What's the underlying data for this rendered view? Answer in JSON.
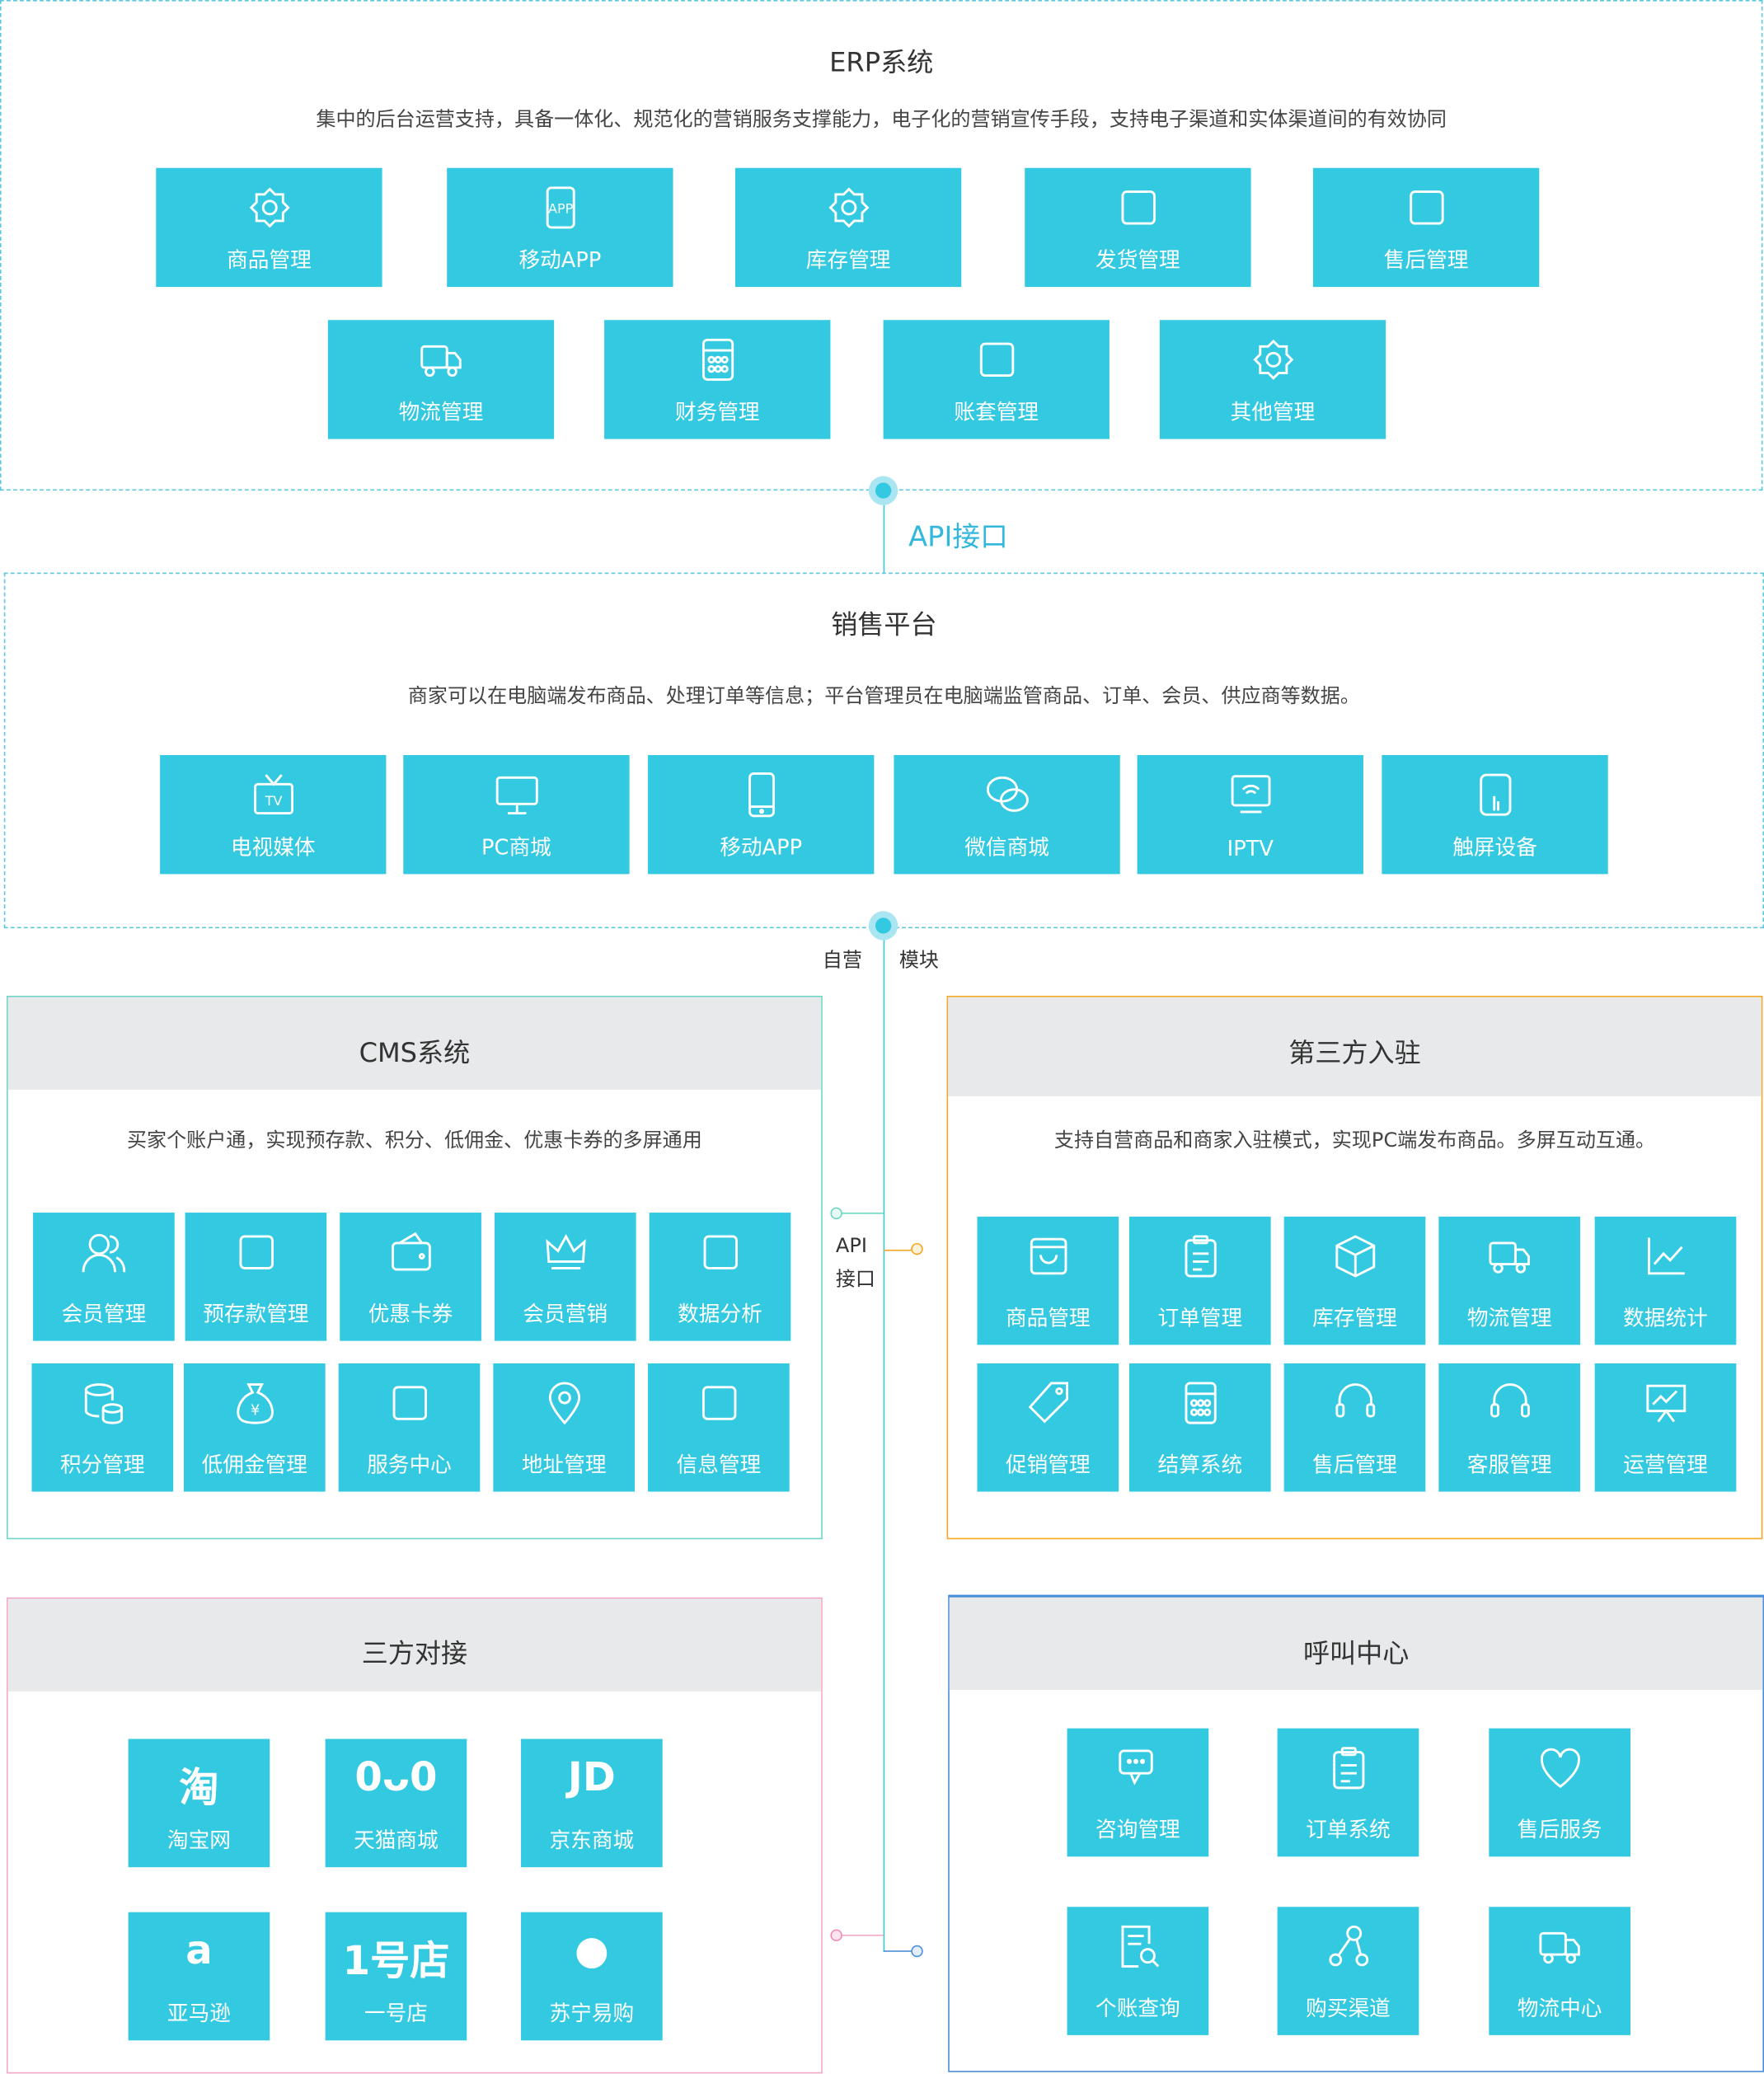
{
  "colors": {
    "tile": "#33c9e1",
    "cms": "#6dd6c4",
    "third": "#f5a623",
    "duijie": "#f5a8c8",
    "call": "#4a8fd9"
  },
  "erp": {
    "title": "ERP系统",
    "desc": "集中的后台运营支持，具备一体化、规范化的营销服务支撑能力，电子化的营销宣传手段，支持电子渠道和实体渠道间的有效协同",
    "tiles": [
      {
        "label": "商品管理",
        "icon": "goods-gear"
      },
      {
        "label": "移动APP",
        "icon": "app"
      },
      {
        "label": "库存管理",
        "icon": "box-gear"
      },
      {
        "label": "发货管理",
        "icon": "ship-box"
      },
      {
        "label": "售后管理",
        "icon": "service-person"
      },
      {
        "label": "物流管理",
        "icon": "truck"
      },
      {
        "label": "财务管理",
        "icon": "calculator"
      },
      {
        "label": "账套管理",
        "icon": "printer"
      },
      {
        "label": "其他管理",
        "icon": "gear"
      }
    ]
  },
  "api_label": "API接口",
  "sales": {
    "title": "销售平台",
    "desc": "商家可以在电脑端发布商品、处理订单等信息；平台管理员在电脑端监管商品、订单、会员、供应商等数据。",
    "tiles": [
      {
        "label": "电视媒体",
        "icon": "tv"
      },
      {
        "label": "PC商城",
        "icon": "monitor"
      },
      {
        "label": "移动APP",
        "icon": "phone"
      },
      {
        "label": "微信商城",
        "icon": "wechat"
      },
      {
        "label": "IPTV",
        "icon": "iptv"
      },
      {
        "label": "触屏设备",
        "icon": "touch"
      }
    ]
  },
  "branch": {
    "left": "自营",
    "right": "模块"
  },
  "cms": {
    "title": "CMS系统",
    "desc": "买家个账户通，实现预存款、积分、低佣金、优惠卡券的多屏通用",
    "tiles": [
      {
        "label": "会员管理",
        "icon": "users"
      },
      {
        "label": "预存款管理",
        "icon": "piggy"
      },
      {
        "label": "优惠卡券",
        "icon": "wallet"
      },
      {
        "label": "会员营销",
        "icon": "crown"
      },
      {
        "label": "数据分析",
        "icon": "chart-box"
      },
      {
        "label": "积分管理",
        "icon": "coins"
      },
      {
        "label": "低佣金管理",
        "icon": "money-bag"
      },
      {
        "label": "服务中心",
        "icon": "handshake"
      },
      {
        "label": "地址管理",
        "icon": "pin"
      },
      {
        "label": "信息管理",
        "icon": "inbox"
      }
    ]
  },
  "api_mid": {
    "line1": "API",
    "line2": "接口"
  },
  "third": {
    "title": "第三方入驻",
    "desc": "支持自营商品和商家入驻模式，实现PC端发布商品。多屏互动互通。",
    "tiles": [
      {
        "label": "商品管理",
        "icon": "bag"
      },
      {
        "label": "订单管理",
        "icon": "clipboard"
      },
      {
        "label": "库存管理",
        "icon": "cube"
      },
      {
        "label": "物流管理",
        "icon": "truck"
      },
      {
        "label": "数据统计",
        "icon": "line-chart"
      },
      {
        "label": "促销管理",
        "icon": "tag"
      },
      {
        "label": "结算系统",
        "icon": "calculator"
      },
      {
        "label": "售后管理",
        "icon": "headset"
      },
      {
        "label": "客服管理",
        "icon": "headset"
      },
      {
        "label": "运营管理",
        "icon": "board"
      }
    ]
  },
  "duijie": {
    "title": "三方对接",
    "tiles": [
      {
        "label": "淘宝网",
        "logo": "淘"
      },
      {
        "label": "天猫商城",
        "logo": "0ᴗ0"
      },
      {
        "label": "京东商城",
        "logo": "JD"
      },
      {
        "label": "亚马逊",
        "logo": "a"
      },
      {
        "label": "一号店",
        "logo": "1号店"
      },
      {
        "label": "苏宁易购",
        "logo": "●"
      }
    ]
  },
  "call": {
    "title": "呼叫中心",
    "tiles": [
      {
        "label": "咨询管理",
        "icon": "chat"
      },
      {
        "label": "订单系统",
        "icon": "clipboard"
      },
      {
        "label": "售后服务",
        "icon": "heart"
      },
      {
        "label": "个账查询",
        "icon": "doc-search"
      },
      {
        "label": "购买渠道",
        "icon": "share"
      },
      {
        "label": "物流中心",
        "icon": "truck"
      }
    ]
  }
}
